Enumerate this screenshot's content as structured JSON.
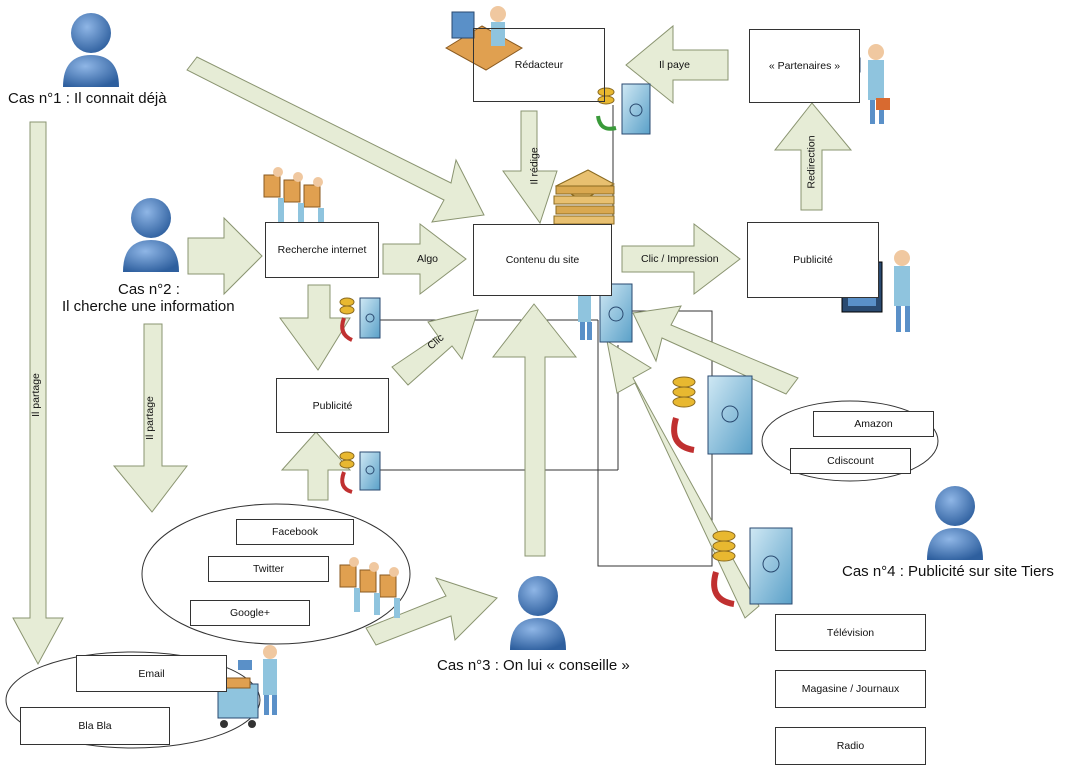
{
  "cases": {
    "c1": "Cas n°1 : Il connait déjà",
    "c2a": "Cas n°2 :",
    "c2b": "Il cherche une information",
    "c3": "Cas n°3 : On lui « conseille »",
    "c4": "Cas n°4 : Publicité sur site Tiers"
  },
  "nodes": {
    "redacteur": "Rédacteur",
    "partenaires": "« Partenaires »",
    "recherche": "Recherche internet",
    "contenu": "Contenu du site",
    "publicite_right": "Publicité",
    "publicite_left": "Publicité",
    "amazon": "Amazon",
    "cdiscount": "Cdiscount",
    "facebook": "Facebook",
    "twitter": "Twitter",
    "googleplus": "Google+",
    "email": "Email",
    "blabla": "Bla Bla",
    "television": "Télévision",
    "magasine": "Magasine / Journaux",
    "radio": "Radio"
  },
  "arrow_labels": {
    "il_paye": "Il paye",
    "il_redige": "Il rédige",
    "redirection": "Redirection",
    "algo": "Algo",
    "clic_impression": "Clic / Impression",
    "clic": "Clic",
    "il_partage_left": "Il partage",
    "il_partage_mid": "Il partage"
  },
  "colors": {
    "arrow_fill": "#e6ecd6",
    "arrow_stroke": "#8a9470",
    "person": "#4a7fc0",
    "safe": "#8fc4de",
    "coin": "#e8b830"
  }
}
